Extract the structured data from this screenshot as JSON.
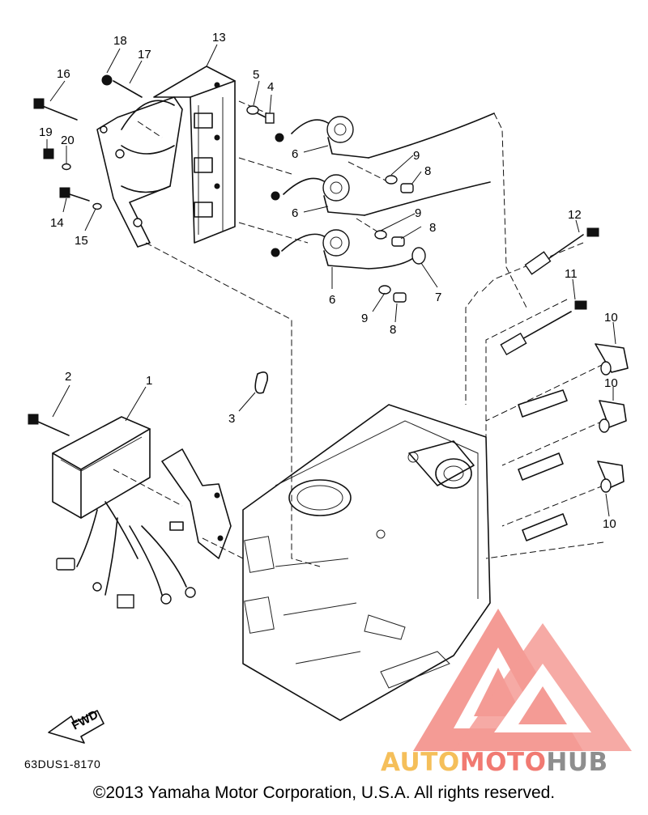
{
  "diagram": {
    "callouts": [
      "1",
      "2",
      "3",
      "4",
      "5",
      "6",
      "7",
      "8",
      "9",
      "10",
      "11",
      "12",
      "13",
      "14",
      "15",
      "16",
      "17",
      "18",
      "19",
      "20"
    ],
    "fwd_label": "FWD",
    "part_code": "63DUS1-8170",
    "copyright": "©2013 Yamaha Motor Corporation, U.S.A. All rights reserved."
  },
  "watermark": {
    "part_a": "AUTO",
    "part_b": "MOTO",
    "part_c": "HUB",
    "colors": {
      "auto": "#f5bf5a",
      "moto": "#f17a72",
      "hub": "#8e8e8e",
      "triangle": "#f17a72"
    }
  }
}
